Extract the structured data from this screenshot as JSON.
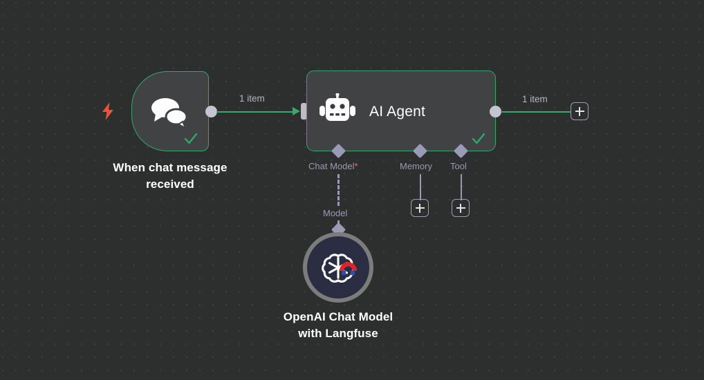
{
  "canvas": {
    "background_color": "#2d2e2e",
    "grid": "dot-grid"
  },
  "theme": {
    "success_green": "#31a96a",
    "node_fill": "#414244",
    "connector_gray": "#9a9ab4",
    "required_red": "#ff6d5a",
    "trigger_bolt": "#e8553d",
    "openai_fill": "#2b2d42",
    "openai_ring": "#7c7c7c"
  },
  "nodes": {
    "trigger": {
      "title": "When chat message\nreceived",
      "icon": "chat-bubbles-icon",
      "status": "success",
      "trigger_icon": "lightning-bolt-icon"
    },
    "agent": {
      "name": "AI Agent",
      "icon": "robot-icon",
      "status": "success",
      "inputs": [
        {
          "label": "Chat Model",
          "required": true,
          "required_marker": "*"
        },
        {
          "label": "Memory",
          "required": false,
          "required_marker": ""
        },
        {
          "label": "Tool",
          "required": false,
          "required_marker": ""
        }
      ]
    },
    "openai": {
      "title": "OpenAI Chat Model\nwith Langfuse",
      "icon": "openai-logo-icon",
      "overlay_icon": "magnet-icon",
      "connection_label": "Model"
    }
  },
  "connections": {
    "trigger_to_agent_label": "1 item",
    "agent_to_next_label": "1 item"
  },
  "buttons": {
    "add_after_agent": "+",
    "add_memory": "+",
    "add_tool": "+"
  }
}
